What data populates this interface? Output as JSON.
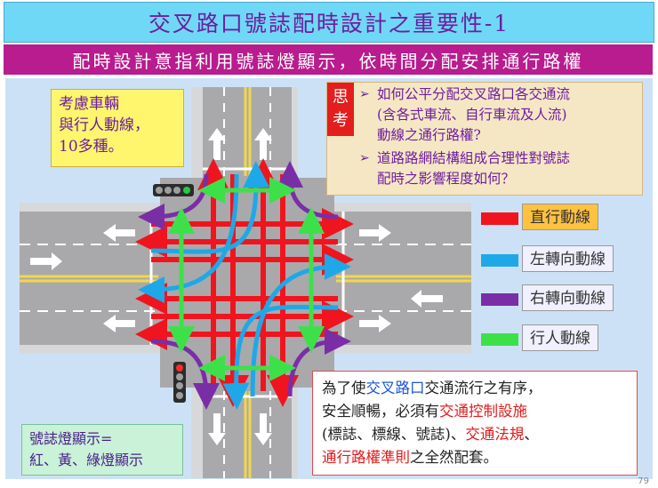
{
  "title": "交叉路口號誌配時設計之重要性-1",
  "subtitle": "配時設計意指利用號誌燈顯示，依時間分配安排通行路權",
  "vehicle_note": [
    "考慮車輛",
    "與行人動線，",
    "10多種。"
  ],
  "think": {
    "label": [
      "思",
      "考"
    ],
    "items": [
      [
        "如何公平分配交叉路口各交通流",
        "(含各式車流、自行車流及人流)",
        "動線之通行路權?"
      ],
      [
        "道路路網結構組成合理性對號誌",
        "配時之影響程度如何？"
      ]
    ]
  },
  "legend": [
    {
      "label": "直行動線",
      "color": "#f0141e",
      "bg": "#ffc23f"
    },
    {
      "label": "左轉向動線",
      "color": "#1ea8e8",
      "bg": "#f0f0ff"
    },
    {
      "label": "右轉向動線",
      "color": "#7a2ea6",
      "bg": "#f0f0ff"
    },
    {
      "label": "行人動線",
      "color": "#3ee04a",
      "bg": "#f0f0ff"
    }
  ],
  "control_note": {
    "l1a": "為了使",
    "l1b": "交叉路口",
    "l1c": "交通流行之有序，",
    "l2a": "安全順暢，必須有",
    "l2b": "交通控制設施",
    "l3a": "(標誌、標線、號誌)、",
    "l3b": "交通法規",
    "l3c": "、",
    "l4a": "通行路權準則",
    "l4b": "之全然配套。"
  },
  "signal_note": [
    "號誌燈顯示=",
    "紅、黃、綠燈顯示"
  ],
  "page_number": "79",
  "colors": {
    "road": "#a9a9ab",
    "sidewalk": "#d7d8da",
    "straight": "#f0141e",
    "left_turn": "#1ea8e8",
    "right_turn": "#7a2ea6",
    "pedestrian": "#3ee04a",
    "curb_yellow": "#f2d64b"
  }
}
